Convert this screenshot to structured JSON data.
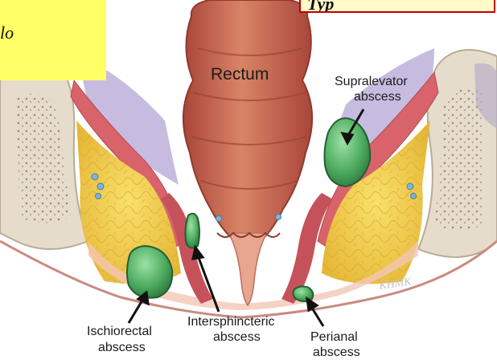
{
  "corner_note": {
    "text": "lo"
  },
  "title_box": {
    "text": "Typ"
  },
  "labels": {
    "rectum": "Rectum",
    "supralevator": [
      "Supralevator",
      "abscess"
    ],
    "ischiorectal": [
      "Ischiorectal",
      "abscess"
    ],
    "intersphincteric": [
      "Intersphincteric",
      "abscess"
    ],
    "perianal": [
      "Perianal",
      "abscess"
    ]
  },
  "signature": "KHMK",
  "colors": {
    "bone": "#e6dccb",
    "bone_marrow": "#a89a86",
    "muscle": "#d8636b",
    "rectum": "#c8684f",
    "fat": "#f2d24a",
    "levator_plane": "#bfb2d8",
    "abscess": "#4fae62",
    "note_bg": "#ffff66",
    "title_border": "#c00000"
  }
}
